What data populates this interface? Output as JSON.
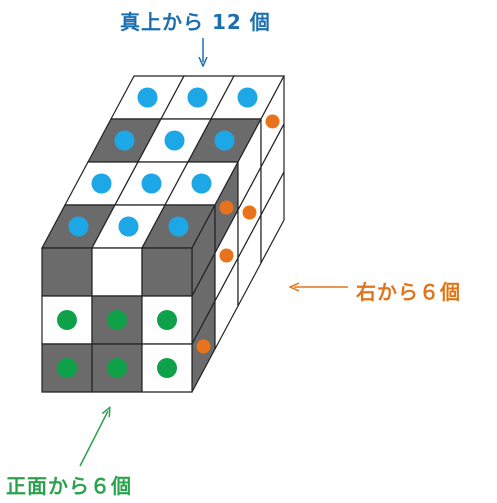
{
  "labels": {
    "top": "真上から 12 個",
    "right": "右から６個",
    "front": "正面から６個"
  },
  "colors": {
    "top_label": "#1a6fb0",
    "right_label": "#e0761b",
    "front_label": "#2ca24e",
    "cyan_dot": "#1ea7e6",
    "orange_dot": "#e8731a",
    "green_dot": "#0fa14a",
    "dark_face": "#6b6b6b",
    "edge": "#222222"
  },
  "top_grid": [
    [
      "white-dot",
      "white-dot",
      "white-dot"
    ],
    [
      "dark-dot",
      "white-dot",
      "dark-dot"
    ],
    [
      "white-dot",
      "white-dot",
      "white-dot"
    ],
    [
      "dark-dot",
      "white-dot",
      "dark-dot"
    ]
  ],
  "front_grid": [
    [
      "dark",
      "white",
      "dark"
    ],
    [
      "white-dot",
      "dark-dot",
      "white-dot"
    ],
    [
      "dark-dot",
      "dark-dot",
      "white-dot"
    ]
  ],
  "right_grid": [
    [
      "dark",
      "dark-dot",
      "white",
      "white-dot"
    ],
    [
      "dark",
      "white-dot",
      "white-dot",
      "white"
    ],
    [
      "dark-dot",
      "white",
      "white",
      "white"
    ]
  ]
}
